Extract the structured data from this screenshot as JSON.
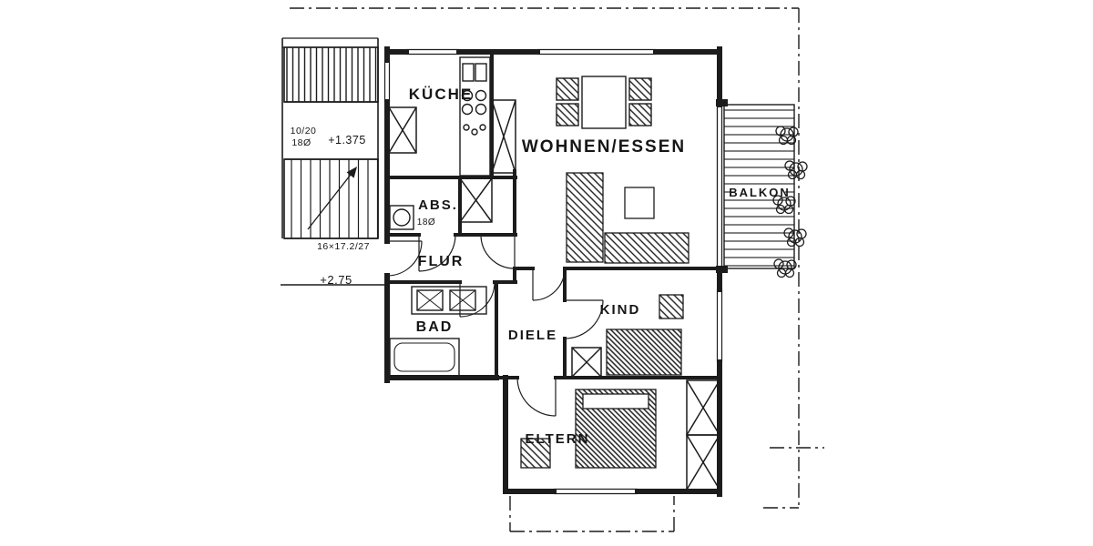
{
  "document": {
    "type": "apartment-floor-plan-scan"
  },
  "rooms": {
    "kueche": "KÜCHE",
    "wohnen_essen": "WOHNEN/ESSEN",
    "balkon": "BALKON",
    "abs": "ABS.",
    "flur": "FLUR",
    "bad": "BAD",
    "diele": "DIELE",
    "kind": "KIND",
    "eltern": "ELTERN"
  },
  "annotations": {
    "stair_spec": "10/20",
    "stair_diameter": "18Ø",
    "level_upper": "+1.375",
    "stair_run": "16×17.2/27",
    "level_lower": "+2.75",
    "abs_diameter": "18Ø"
  },
  "colors": {
    "ink": "#1c1c1c",
    "paper": "#ffffff"
  }
}
